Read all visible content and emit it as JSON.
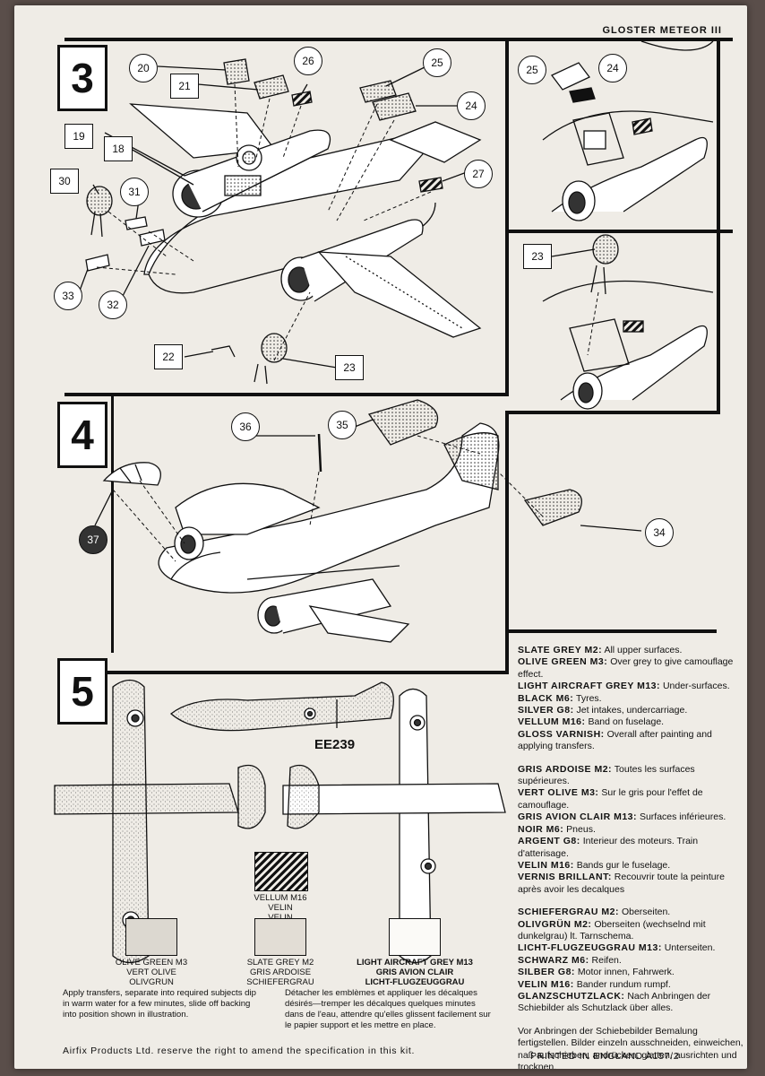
{
  "title": "GLOSTER METEOR III",
  "steps": {
    "s3": "3",
    "s4": "4",
    "s5": "5"
  },
  "callouts": {
    "c19": "19",
    "c18": "18",
    "c20": "20",
    "c21": "21",
    "c26": "26",
    "c25": "25",
    "c24": "24",
    "c27": "27",
    "c30": "30",
    "c31": "31",
    "c33": "33",
    "c32": "32",
    "c22": "22",
    "c23": "23",
    "c25b": "25",
    "c24b": "24",
    "c23b": "23",
    "c36": "36",
    "c35": "35",
    "c37": "37",
    "c34": "34"
  },
  "registration": "EE239",
  "paint_en": [
    {
      "name": "SLATE GREY M2:",
      "desc": "All upper surfaces."
    },
    {
      "name": "OLIVE GREEN M3:",
      "desc": "Over grey to give camouflage effect."
    },
    {
      "name": "LIGHT AIRCRAFT GREY M13:",
      "desc": "Under-surfaces."
    },
    {
      "name": "BLACK M6:",
      "desc": "Tyres."
    },
    {
      "name": "SILVER G8:",
      "desc": "Jet intakes, undercarriage."
    },
    {
      "name": "VELLUM M16:",
      "desc": "Band on fuselage."
    },
    {
      "name": "GLOSS VARNISH:",
      "desc": "Overall after painting and applying transfers."
    }
  ],
  "paint_fr": [
    {
      "name": "GRIS ARDOISE M2:",
      "desc": "Toutes les surfaces supérieures."
    },
    {
      "name": "VERT OLIVE M3:",
      "desc": "Sur le gris pour l'effet de camouflage."
    },
    {
      "name": "GRIS AVION CLAIR M13:",
      "desc": "Surfaces inférieures."
    },
    {
      "name": "NOIR M6:",
      "desc": "Pneus."
    },
    {
      "name": "ARGENT G8:",
      "desc": "Interieur des moteurs. Train d'atterisage."
    },
    {
      "name": "VELIN M16:",
      "desc": "Bands gur le fuselage."
    },
    {
      "name": "VERNIS BRILLANT:",
      "desc": "Recouvrir toute la peinture après avoir les decalques"
    }
  ],
  "paint_de": [
    {
      "name": "SCHIEFERGRAU M2:",
      "desc": "Oberseiten."
    },
    {
      "name": "OLIVGRÜN M2:",
      "desc": "Oberseiten (wechselnd mit dunkelgrau) lt. Tarnschema."
    },
    {
      "name": "LICHT-FLUGZEUGGRAU M13:",
      "desc": "Unterseiten."
    },
    {
      "name": "SCHWARZ M6:",
      "desc": "Reifen."
    },
    {
      "name": "SILBER G8:",
      "desc": "Motor innen, Fahrwerk."
    },
    {
      "name": "VELIN M16:",
      "desc": "Bander rundum rumpf."
    },
    {
      "name": "GLANZSCHUTZLACK:",
      "desc": "Nach Anbringen der Schiebilder als Schutzlack über alles."
    }
  ],
  "paint_de_note": "Vor Anbringen der Schiebebilder Bemalung fertigstellen. Bilder einzeln ausschneiden, einweichen, naß aufschieben, andrücken, glatten, ausrichten und trocknen.",
  "swatches": {
    "vellum": [
      "VELLUM M16",
      "VELIN",
      "VELIN"
    ],
    "olive": [
      "OLIVE GREEN M3",
      "VERT OLIVE",
      "OLIVGRUN"
    ],
    "slate": [
      "SLATE GREY M2",
      "GRIS ARDOISE",
      "SCHIEFERGRAU"
    ],
    "light": [
      "LIGHT AIRCRAFT GREY M13",
      "GRIS AVION CLAIR",
      "LICHT-FLUGZEUGGRAU"
    ]
  },
  "instructions_en": "Apply transfers, separate into required subjects dip in warm water for a few minutes, slide off backing into position shown in illustration.",
  "instructions_fr": "Détacher les emblèmes et appliquer les décalques désirés—tremper les décalques quelques minutes dans de l'eau, attendre qu'elles glissent facilement sur le papier support et les mettre en place.",
  "footer_left": "Airfix Products Ltd. reserve the right to amend the specification in this kit.",
  "footer_right": "PRINTED IN ENGLAND A157/2",
  "colors": {
    "paper": "#efece6",
    "ink": "#111111",
    "background": "#5a4e4a"
  },
  "icons": [
    "aircraft-top-view-drawing",
    "aircraft-side-view-drawing",
    "part-detail-drawing"
  ]
}
